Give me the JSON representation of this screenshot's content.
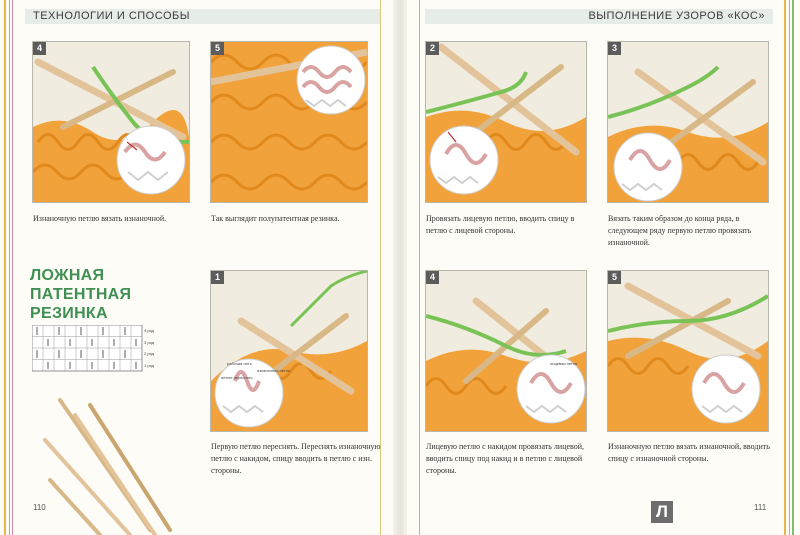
{
  "left_page": {
    "header": "ТЕХНОЛОГИИ И СПОСОБЫ",
    "page_number": "110",
    "steps": [
      {
        "num": "4",
        "caption": "Изнаночную петлю вязать изнаночной."
      },
      {
        "num": "5",
        "caption": "Так выглядит полупатентная резинка."
      },
      {
        "num": "1",
        "caption": "Первую петлю переснять. Переснять изнаночную петлю с накидом, спицу вводить в петлю с изн. стороны.",
        "labels": [
          "рабочая нить",
          "петлю переснять",
          "изнаночная петля"
        ]
      }
    ],
    "section_title": "ЛОЖНАЯ ПАТЕНТНАЯ РЕЗИНКА",
    "chart_rows": [
      "4 ряд",
      "3 ряд",
      "2 ряд",
      "1 ряд"
    ]
  },
  "right_page": {
    "header": "ВЫПОЛНЕНИЕ УЗОРОВ «КОС»",
    "page_number": "111",
    "steps": [
      {
        "num": "2",
        "caption": "Провязать лицевую петлю, вводить спицу в петлю с лицевой стороны."
      },
      {
        "num": "3",
        "caption": "Вязать таким образом до конца ряда, в следующем ряду первую петлю провязать изнаночной."
      },
      {
        "num": "4",
        "caption": "Лицевую петлю с накидом провязать лицевой, вводить спицу под накид и в петлю с лицевой стороны.",
        "labels": [
          "лицевая петля"
        ]
      },
      {
        "num": "5",
        "caption": "Изнаночную петлю вязать изнаночной, вводить спицу с изнаночной стороны."
      }
    ],
    "logo": "Л"
  },
  "colors": {
    "yarn": "#f2a23a",
    "green_yarn": "#79c356",
    "needle": "#e3c49a",
    "title_green": "#3f8f52",
    "stitch_pink": "#d9a3a3"
  }
}
